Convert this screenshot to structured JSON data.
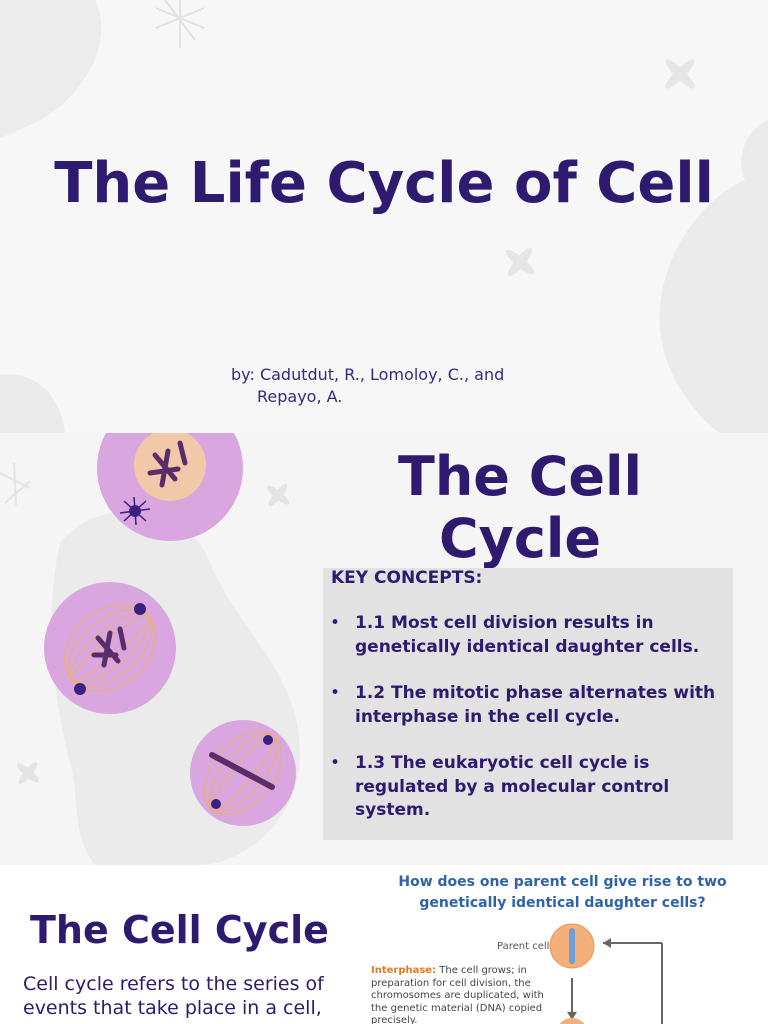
{
  "slide1": {
    "title": "The Life Cycle of Cell",
    "byline_line1": "by: Cadutdut, R., Lomoloy, C., and",
    "byline_line2": "Repayo, A."
  },
  "slide2": {
    "title": "The Cell Cycle",
    "key_concepts_heading": "KEY CONCEPTS:",
    "bullet": "•",
    "concepts": [
      "1.1 Most cell division results in genetically identical daughter cells.",
      "1.2 The mitotic phase alternates with interphase in the cell cycle.",
      "1.3 The eukaryotic cell cycle is regulated by a molecular control system."
    ]
  },
  "slide3": {
    "title": "The Cell Cycle",
    "body": "Cell cycle refers to the series of events that take place in a cell,",
    "diagram": {
      "question": "How does one parent cell give rise to two genetically identical daughter cells?",
      "parent_label": "Parent cell",
      "interphase_label": "Interphase:",
      "interphase_text": "The cell grows; in preparation for cell division, the chromosomes are duplicated, with the genetic material (DNA) copied precisely."
    }
  },
  "colors": {
    "title_purple": "#2e1a6e",
    "key_box_gray": "#e2e2e2",
    "diagram_blue": "#2d63a8",
    "interphase_orange": "#e07a28",
    "cell_lavender": "#d9a6e0"
  }
}
